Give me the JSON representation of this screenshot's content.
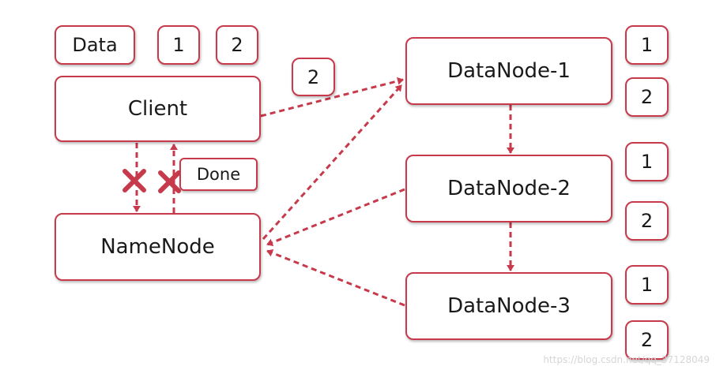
{
  "client_data": {
    "data_label": "Data",
    "block_1": "1",
    "block_2": "2"
  },
  "nodes": {
    "client": "Client",
    "namenode": "NameNode",
    "datanode_1": "DataNode-1",
    "datanode_2": "DataNode-2",
    "datanode_3": "DataNode-3"
  },
  "transfer_block": "2",
  "done_label": "Done",
  "datanode_1_blocks": [
    "1",
    "2"
  ],
  "datanode_2_blocks": [
    "1",
    "2"
  ],
  "datanode_3_blocks": [
    "1",
    "2"
  ],
  "watermark": "https://blog.csdn.net/qq_37128049",
  "colors": {
    "accent": "#c63a4b",
    "text": "#1a1a1a"
  }
}
